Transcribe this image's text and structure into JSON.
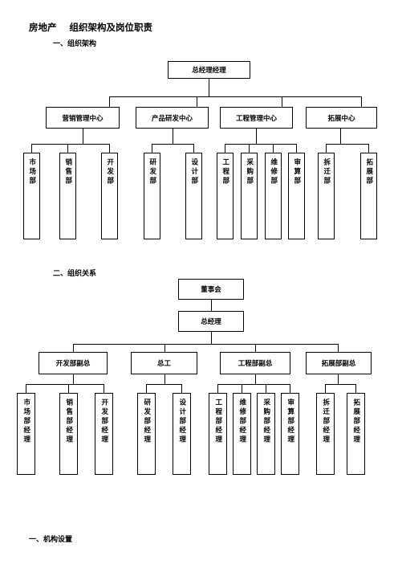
{
  "document": {
    "title": "房地产    组织架构及岗位职责",
    "section1_heading": "一、组织架构",
    "section2_heading": "二、组织关系",
    "section3_heading": "一、机构设置"
  },
  "chart1": {
    "root": "总经理经理",
    "centers": [
      "营销管理中心",
      "产品研发中心",
      "工程管理中心",
      "拓展中心"
    ],
    "departments": [
      "市场部",
      "销售部",
      "开发部",
      "研发部",
      "设计部",
      "工程部",
      "采购部",
      "维修部",
      "审算部",
      "拆迁部",
      "拓展部"
    ]
  },
  "chart2": {
    "board": "董事会",
    "gm": "总经理",
    "deputies": [
      "开发部副总",
      "总工",
      "工程部副总",
      "拓展部副总"
    ],
    "managers": [
      "市场部经理",
      "销售部经理",
      "开发部经理",
      "研发部经理",
      "设计部经理",
      "工程部经理",
      "维修部经理",
      "采购部经理",
      "审算部经理",
      "拆迁部经理",
      "拓展部经理"
    ]
  }
}
